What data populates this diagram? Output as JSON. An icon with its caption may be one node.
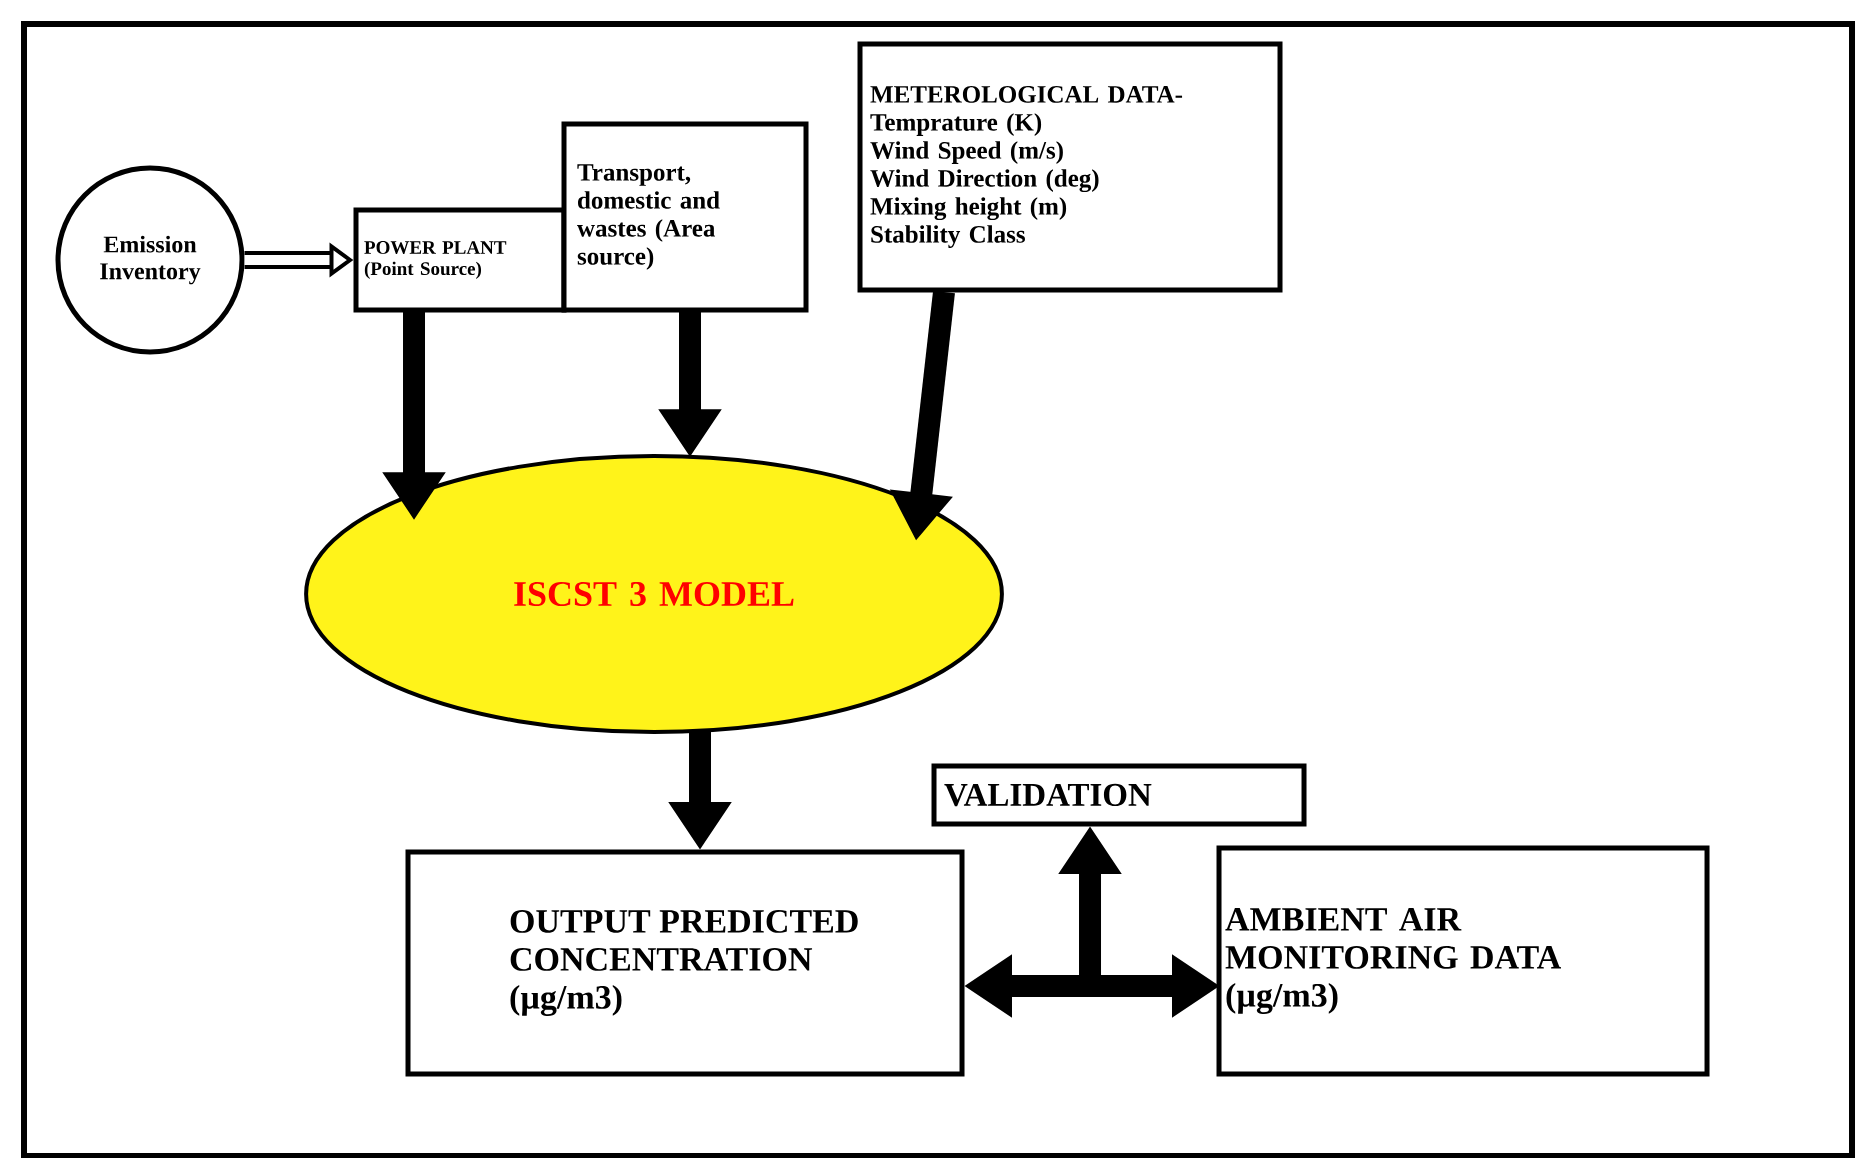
{
  "diagram": {
    "nodes": [
      {
        "text": [
          "Emission Inventory"
        ]
      },
      {
        "text": [
          "POWER PLANT",
          "(Point Source)"
        ]
      },
      {
        "text": [
          "Transport, domestic and wastes (Area source)"
        ]
      },
      {
        "text": [
          "METEROLOGICAL DATA-",
          "Temprature (K)",
          "Wind Speed (m/s)",
          "Wind Direction (deg)",
          "Mixing height (m)",
          "Stability Class"
        ]
      },
      {
        "text": [
          "ISCST 3 MODEL"
        ]
      },
      {
        "text": [
          "VALIDATION"
        ]
      },
      {
        "text": [
          "OUTPUT PREDICTED CONCENTRATION",
          "(µg/m3)"
        ]
      },
      {
        "text": [
          "AMBIENT AIR MONITORING DATA",
          "(µg/m3)"
        ]
      }
    ],
    "edges": [
      {
        "from": 0,
        "to": 1,
        "arrow": "to"
      },
      {
        "from": 1,
        "to": 4,
        "arrow": "to"
      },
      {
        "from": 2,
        "to": 4,
        "arrow": "to"
      },
      {
        "from": 3,
        "to": 4,
        "arrow": "to"
      },
      {
        "from": 4,
        "to": 6,
        "arrow": "to"
      },
      {
        "from": 6,
        "to": 7,
        "arrow": "both"
      },
      {
        "from": null,
        "to": 5,
        "arrow": "to"
      }
    ]
  }
}
